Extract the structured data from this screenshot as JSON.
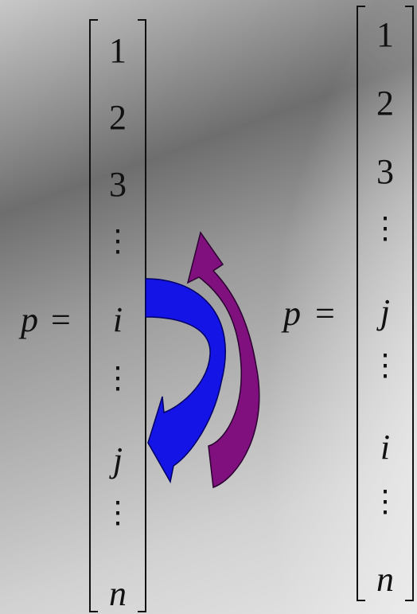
{
  "left": {
    "lhs": "p",
    "eq": "=",
    "entries": [
      "1",
      "2",
      "3",
      "i",
      "j",
      "n"
    ],
    "vdots": "⋮"
  },
  "right": {
    "lhs": "p",
    "eq": "=",
    "entries": [
      "1",
      "2",
      "3",
      "j",
      "i",
      "n"
    ],
    "vdots": "⋮"
  },
  "colors": {
    "blue_arrow": "#1414e6",
    "purple_arrow": "#80107e"
  }
}
